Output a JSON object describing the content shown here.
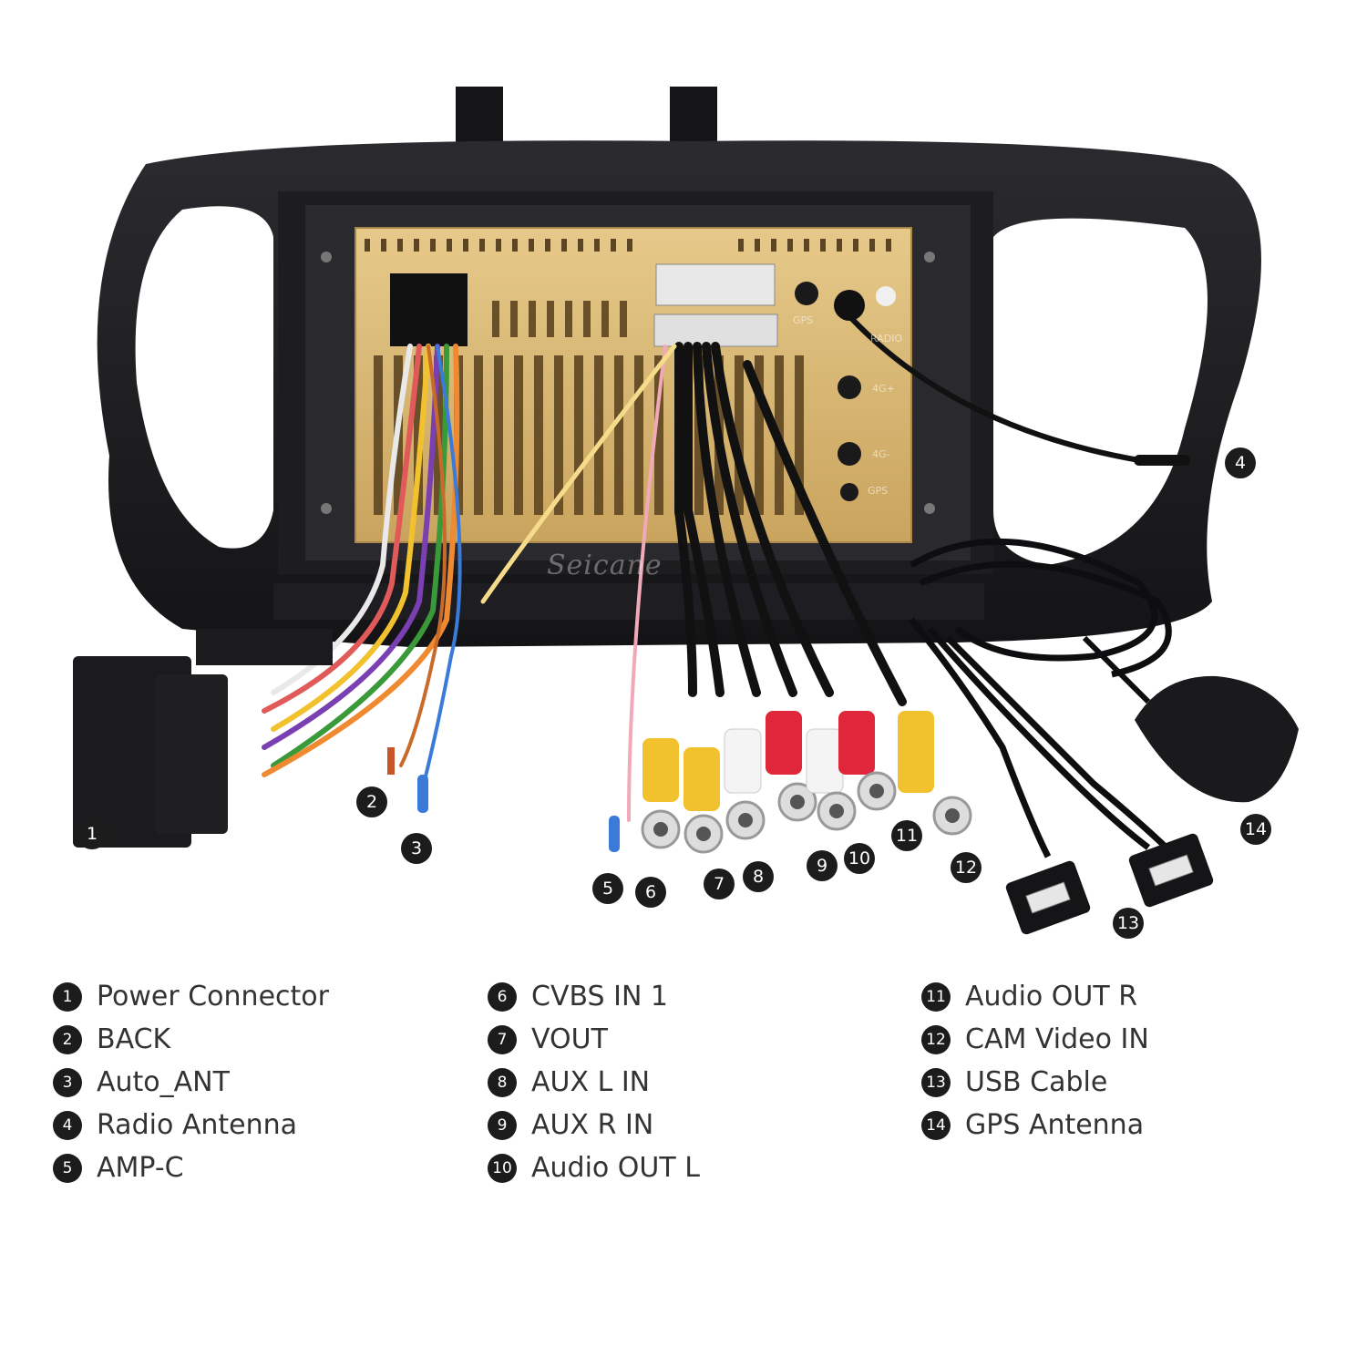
{
  "watermark": "Seicane",
  "unit_labels": {
    "gps_top": "GPS",
    "radio": "RADIO",
    "4g_plus": "4G+",
    "4g_minus": "4G-",
    "gps_bottom": "GPS"
  },
  "callouts": [
    {
      "n": "1"
    },
    {
      "n": "2"
    },
    {
      "n": "3"
    },
    {
      "n": "4"
    },
    {
      "n": "5"
    },
    {
      "n": "6"
    },
    {
      "n": "7"
    },
    {
      "n": "8"
    },
    {
      "n": "9"
    },
    {
      "n": "10"
    },
    {
      "n": "11"
    },
    {
      "n": "12"
    },
    {
      "n": "13"
    },
    {
      "n": "14"
    }
  ],
  "legend": {
    "col1": [
      {
        "n": "1",
        "label": "Power Connector"
      },
      {
        "n": "2",
        "label": "BACK"
      },
      {
        "n": "3",
        "label": "Auto_ANT"
      },
      {
        "n": "4",
        "label": "Radio Antenna"
      },
      {
        "n": "5",
        "label": "AMP-C"
      }
    ],
    "col2": [
      {
        "n": "6",
        "label": "CVBS IN 1"
      },
      {
        "n": "7",
        "label": "VOUT"
      },
      {
        "n": "8",
        "label": "AUX L IN"
      },
      {
        "n": "9",
        "label": "AUX R IN"
      },
      {
        "n": "10",
        "label": "Audio OUT L"
      }
    ],
    "col3": [
      {
        "n": "11",
        "label": "Audio OUT R"
      },
      {
        "n": "12",
        "label": "CAM Video IN"
      },
      {
        "n": "13",
        "label": "USB Cable"
      },
      {
        "n": "14",
        "label": "GPS Antenna"
      }
    ]
  }
}
